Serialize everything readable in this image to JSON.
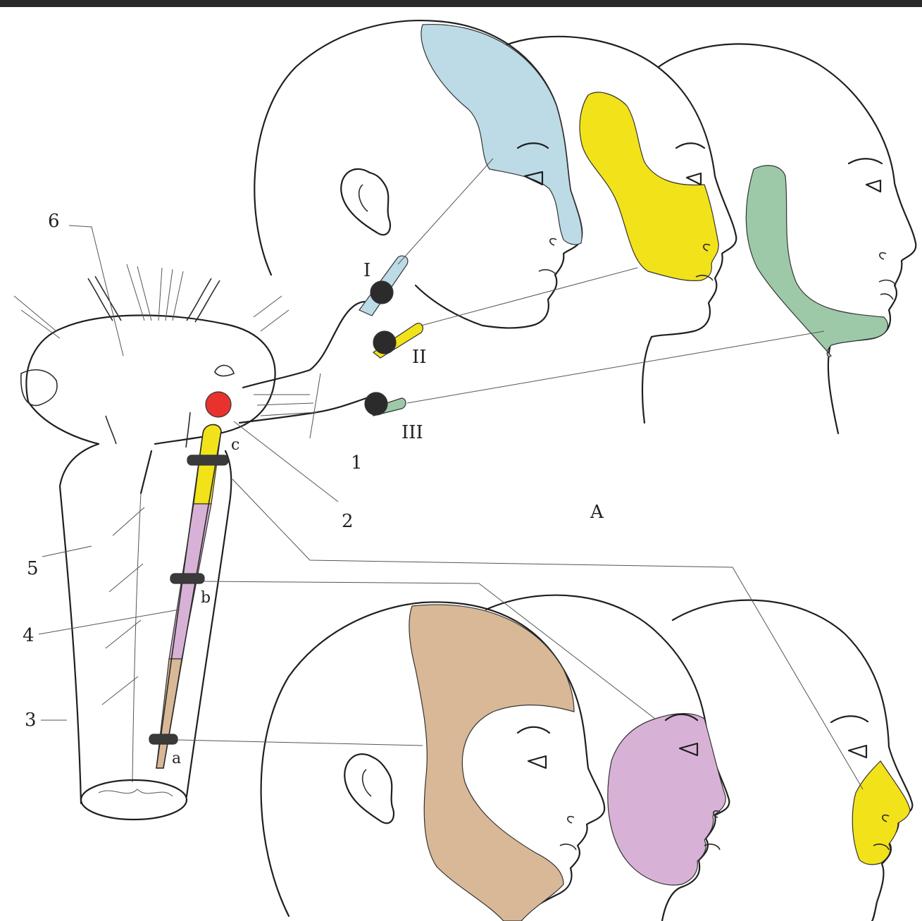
{
  "labels": {
    "roman_1": "I",
    "roman_2": "II",
    "roman_3": "III",
    "n1": "1",
    "n2": "2",
    "n3": "3",
    "n4": "4",
    "n5": "5",
    "n6": "6",
    "a": "a",
    "b": "b",
    "c": "c",
    "figure_letter": "A"
  },
  "colors": {
    "ophthalmic_zone": "#bcdbe6",
    "maxillary_zone": "#f2e21a",
    "mandibular_zone": "#9ec9a8",
    "outer_zone": "#d8b896",
    "middle_zone": "#d7b2d6",
    "inner_zone": "#f2e21a",
    "mesencephalic_nucleus": "#e8322e",
    "ganglion_dot": "#2b2b2b",
    "nucleus_band": "#3a3a3a"
  }
}
